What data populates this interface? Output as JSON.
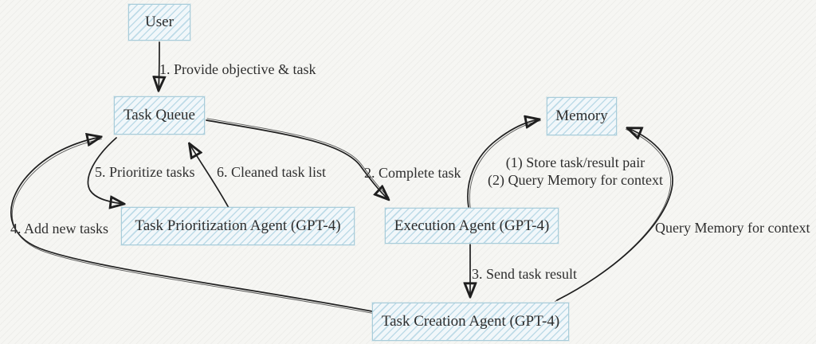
{
  "diagram": {
    "type": "flowchart",
    "style": "hand-drawn sketch (hatched boxes, open triangle arrowheads)",
    "colors": {
      "background": "#f6f6f3",
      "node-fill": "#f1f7fa",
      "node-border": "#a9cdda",
      "ink": "#1f1f1f",
      "text": "#2e2e2e"
    },
    "nodes": {
      "user": {
        "label": "User"
      },
      "task_queue": {
        "label": "Task Queue"
      },
      "memory": {
        "label": "Memory"
      },
      "task_prioritization_agent": {
        "label": "Task Prioritization Agent (GPT-4)"
      },
      "execution_agent": {
        "label": "Execution Agent (GPT-4)"
      },
      "task_creation_agent": {
        "label": "Task Creation Agent (GPT-4)"
      }
    },
    "edges": {
      "provide_objective": {
        "text": "1. Provide objective & task",
        "from": "user",
        "to": "task_queue"
      },
      "complete_task": {
        "text": "2. Complete task",
        "from": "task_queue",
        "to": "execution_agent"
      },
      "send_task_result": {
        "text": "3. Send task result",
        "from": "execution_agent",
        "to": "task_creation_agent"
      },
      "add_new_tasks": {
        "text": "4. Add new tasks",
        "from": "task_creation_agent",
        "to": "task_queue"
      },
      "prioritize_tasks": {
        "text": "5. Prioritize tasks",
        "from": "task_queue",
        "to": "task_prioritization_agent"
      },
      "cleaned_task_list": {
        "text": "6. Cleaned task list",
        "from": "task_prioritization_agent",
        "to": "task_queue"
      },
      "store_and_query": {
        "lines": [
          "(1) Store task/result pair",
          "(2) Query Memory for context"
        ],
        "from": "execution_agent",
        "to": "memory"
      },
      "query_memory": {
        "text": "Query Memory for context",
        "from": "task_creation_agent",
        "to": "memory"
      }
    }
  }
}
